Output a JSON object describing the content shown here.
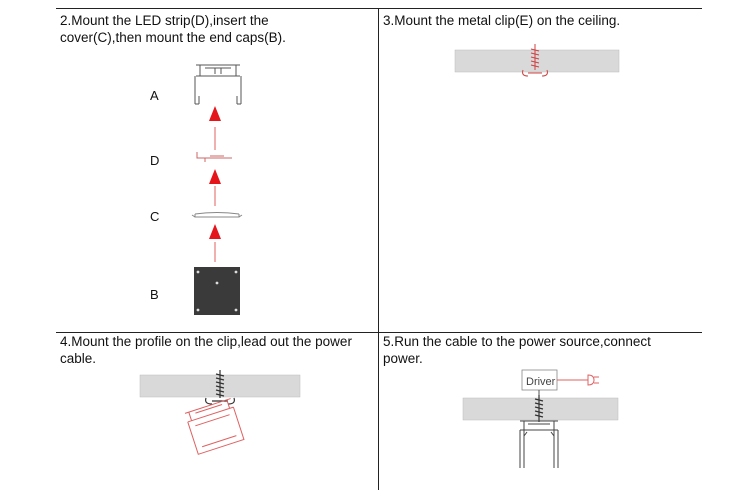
{
  "steps": [
    {
      "id": 2,
      "text_line1": "2.Mount the LED strip(D),insert the",
      "text_line2": "cover(C),then mount the end caps(B)."
    },
    {
      "id": 3,
      "text_line1": "3.Mount the metal clip(E)  on the ceiling."
    },
    {
      "id": 4,
      "text_line1": "4.Mount the profile on the clip,lead out the power",
      "text_line2": "cable."
    },
    {
      "id": 5,
      "text_line1": "5.Run the cable to the power source,connect",
      "text_line2": "power."
    }
  ],
  "part_labels": {
    "a": "A",
    "d": "D",
    "c": "C",
    "b": "B"
  },
  "driver_label": "Driver",
  "colors": {
    "arrow": "#e4161b",
    "red_line": "#e06060",
    "dark_cap": "#3a3a3a",
    "ceiling": "#d9d9d9",
    "grid": "#222222"
  }
}
